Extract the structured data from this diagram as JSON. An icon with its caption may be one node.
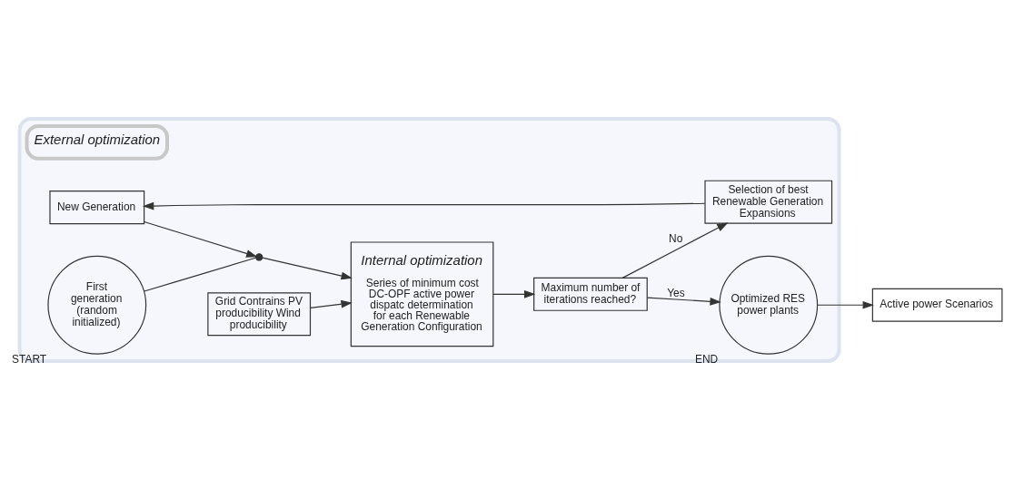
{
  "diagram": {
    "nodes": [
      {
        "text": [],
        "shape": "box"
      },
      {
        "text": [
          "External optimization"
        ],
        "in": 0
      },
      {
        "text": [
          "New Generation"
        ],
        "in": 0
      },
      {
        "text": [
          "Selection of best Renewable Generation Expansions"
        ],
        "in": 0
      },
      {
        "text": [
          "Maximum number of iterations reached?"
        ],
        "in": 0
      },
      {
        "text": [
          "Optimized RES power plants"
        ],
        "beside": [
          "END"
        ],
        "in": 0
      },
      {
        "text": [
          "First generation (random initialized)"
        ],
        "beside": [
          "START"
        ],
        "in": 0
      },
      {
        "text": [],
        "shape": "circle",
        "in": 0
      },
      {
        "text": [
          "Internal optimization",
          "Series of minimum cost DC-OPF active power dispatc determination for each Renewable Generation Configuration"
        ],
        "in": 0
      },
      {
        "text": [
          "Grid Contrains PV producibility Wind producibility"
        ],
        "in": 0
      },
      {
        "text": [
          "Active power Scenarios"
        ]
      }
    ],
    "edges": [
      {
        "from": 3,
        "to": 2,
        "arrow": "to"
      },
      {
        "from": 4,
        "to": 3,
        "arrow": "to",
        "label": "No"
      },
      {
        "from": 4,
        "to": 5,
        "arrow": "to",
        "label": "Yes"
      },
      {
        "from": 5,
        "to": 10,
        "arrow": "to"
      },
      {
        "from": 2,
        "to": 7,
        "arrow": "to"
      },
      {
        "from": 6,
        "to": 7,
        "arrow": "none"
      },
      {
        "from": 7,
        "to": 8,
        "arrow": "to"
      },
      {
        "from": 8,
        "to": 4,
        "arrow": "to"
      },
      {
        "from": 9,
        "to": 8,
        "arrow": "to"
      }
    ]
  }
}
